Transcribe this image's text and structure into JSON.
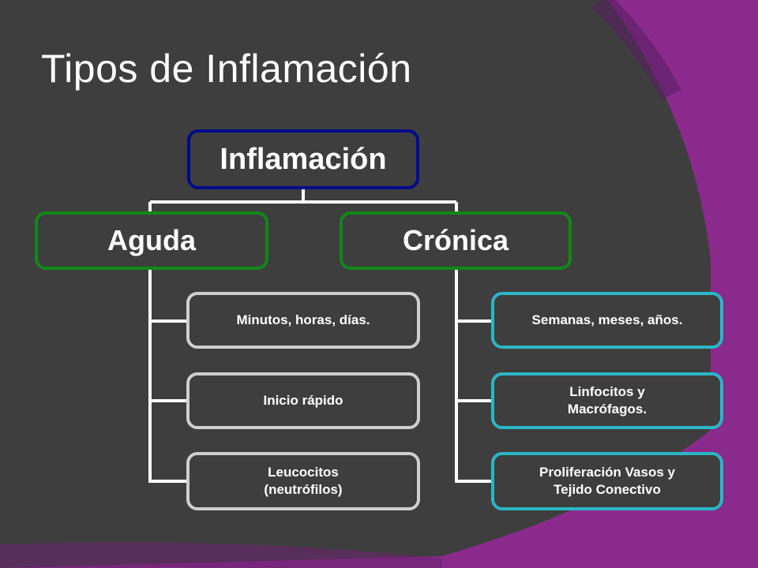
{
  "slide": {
    "title": "Tipos de Inflamación"
  },
  "diagram": {
    "root": "Inflamación",
    "branches": [
      {
        "label": "Aguda",
        "items": [
          "Minutos, horas, días.",
          "Inicio rápido",
          "Leucocitos\n(neutrófilos)"
        ]
      },
      {
        "label": "Crónica",
        "items": [
          "Semanas, meses, años.",
          "Linfocitos y\nMacrófagos.",
          "Proliferación Vasos y\nTejido Conectivo"
        ]
      }
    ]
  },
  "colors": {
    "background_purple": "#8a2a8c",
    "panel_dark": "#3e3e3e",
    "root_border": "#000b8a",
    "category_border": "#12871a",
    "aguda_leaf_border": "#cfcfcf",
    "cronica_leaf_border": "#2ab6c6",
    "connector": "#ffffff"
  }
}
